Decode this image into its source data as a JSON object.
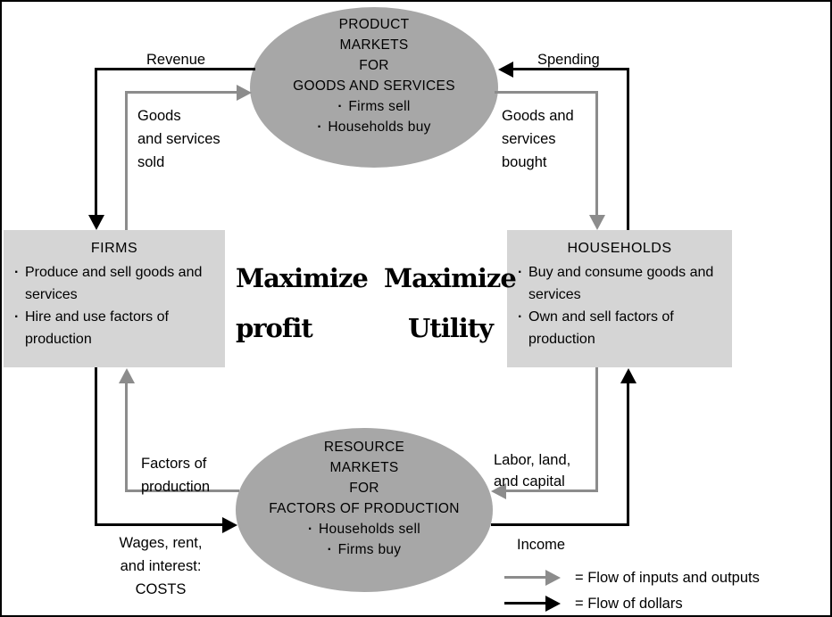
{
  "nodes": {
    "product_markets": {
      "title_lines": [
        "PRODUCT",
        "MARKETS",
        "FOR",
        "GOODS AND SERVICES"
      ],
      "bullets": [
        "Firms sell",
        "Households buy"
      ]
    },
    "resource_markets": {
      "title_lines": [
        "RESOURCE",
        "MARKETS",
        "FOR",
        "FACTORS OF PRODUCTION"
      ],
      "bullets": [
        "Households sell",
        "Firms buy"
      ]
    },
    "firms": {
      "title": "FIRMS",
      "bullets": [
        "Produce and sell goods and services",
        "Hire and use factors of production"
      ]
    },
    "households": {
      "title": "HOUSEHOLDS",
      "bullets": [
        "Buy and consume goods and services",
        "Own and sell factors of production"
      ]
    }
  },
  "goals": {
    "firms": {
      "line1": "Maximize",
      "line2": "profit"
    },
    "households": {
      "line1": "Maximize",
      "line2": "Utility"
    }
  },
  "flow_labels": {
    "revenue": "Revenue",
    "spending": "Spending",
    "goods_sold": [
      "Goods",
      "and services",
      "sold"
    ],
    "goods_bought": [
      "Goods and",
      "services",
      "bought"
    ],
    "factors": [
      "Factors of",
      "production"
    ],
    "labor": [
      "Labor, land,",
      "and capital"
    ],
    "costs": [
      "Wages, rent,",
      "and interest:",
      "COSTS"
    ],
    "income": "Income"
  },
  "legend": {
    "inputs_outputs": "= Flow of inputs  and outputs",
    "dollars": "= Flow of dollars"
  },
  "colors": {
    "ellipse_fill": "#a7a7a7",
    "box_fill": "#d5d5d5",
    "dollar_flow": "#000000",
    "input_flow": "#8c8c8c"
  }
}
